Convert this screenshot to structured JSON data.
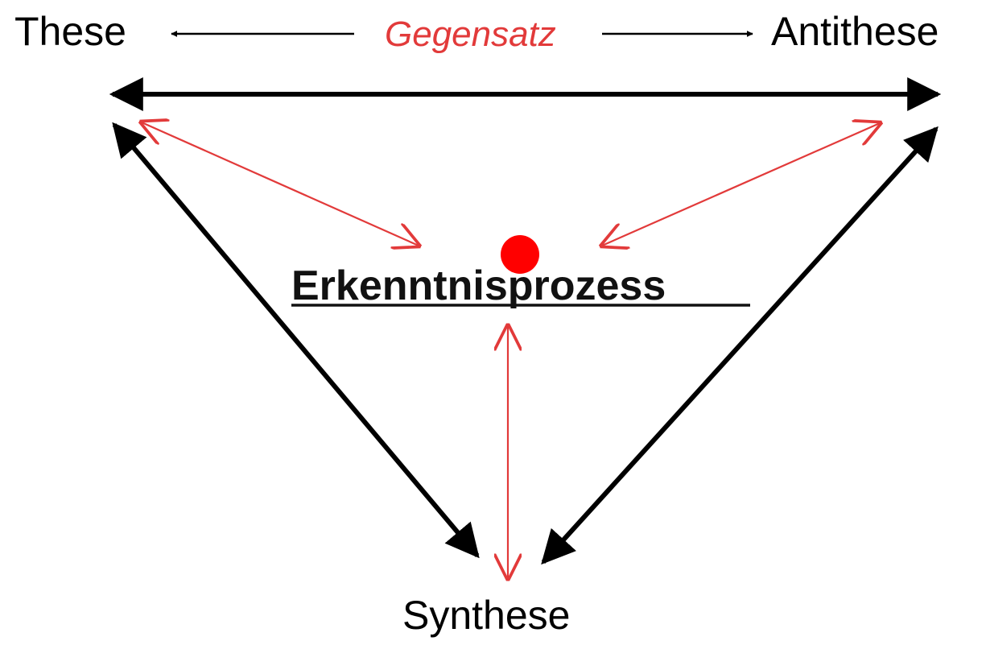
{
  "diagram": {
    "nodes": {
      "thesis": "These",
      "antithesis": "Antithese",
      "synthesis": "Synthese"
    },
    "relation_label": "Gegensatz",
    "center_label": "Erkenntnisprozess"
  },
  "colors": {
    "main_arrows": "#000000",
    "process_arrows": "#e23a3a",
    "relation_text": "#e23a3a",
    "marker_dot": "#ff0000"
  },
  "icons": {
    "arrow_head": "open-v-arrowhead",
    "main_arrow_head": "solid-triangle-arrowhead",
    "marker": "red-dot"
  }
}
